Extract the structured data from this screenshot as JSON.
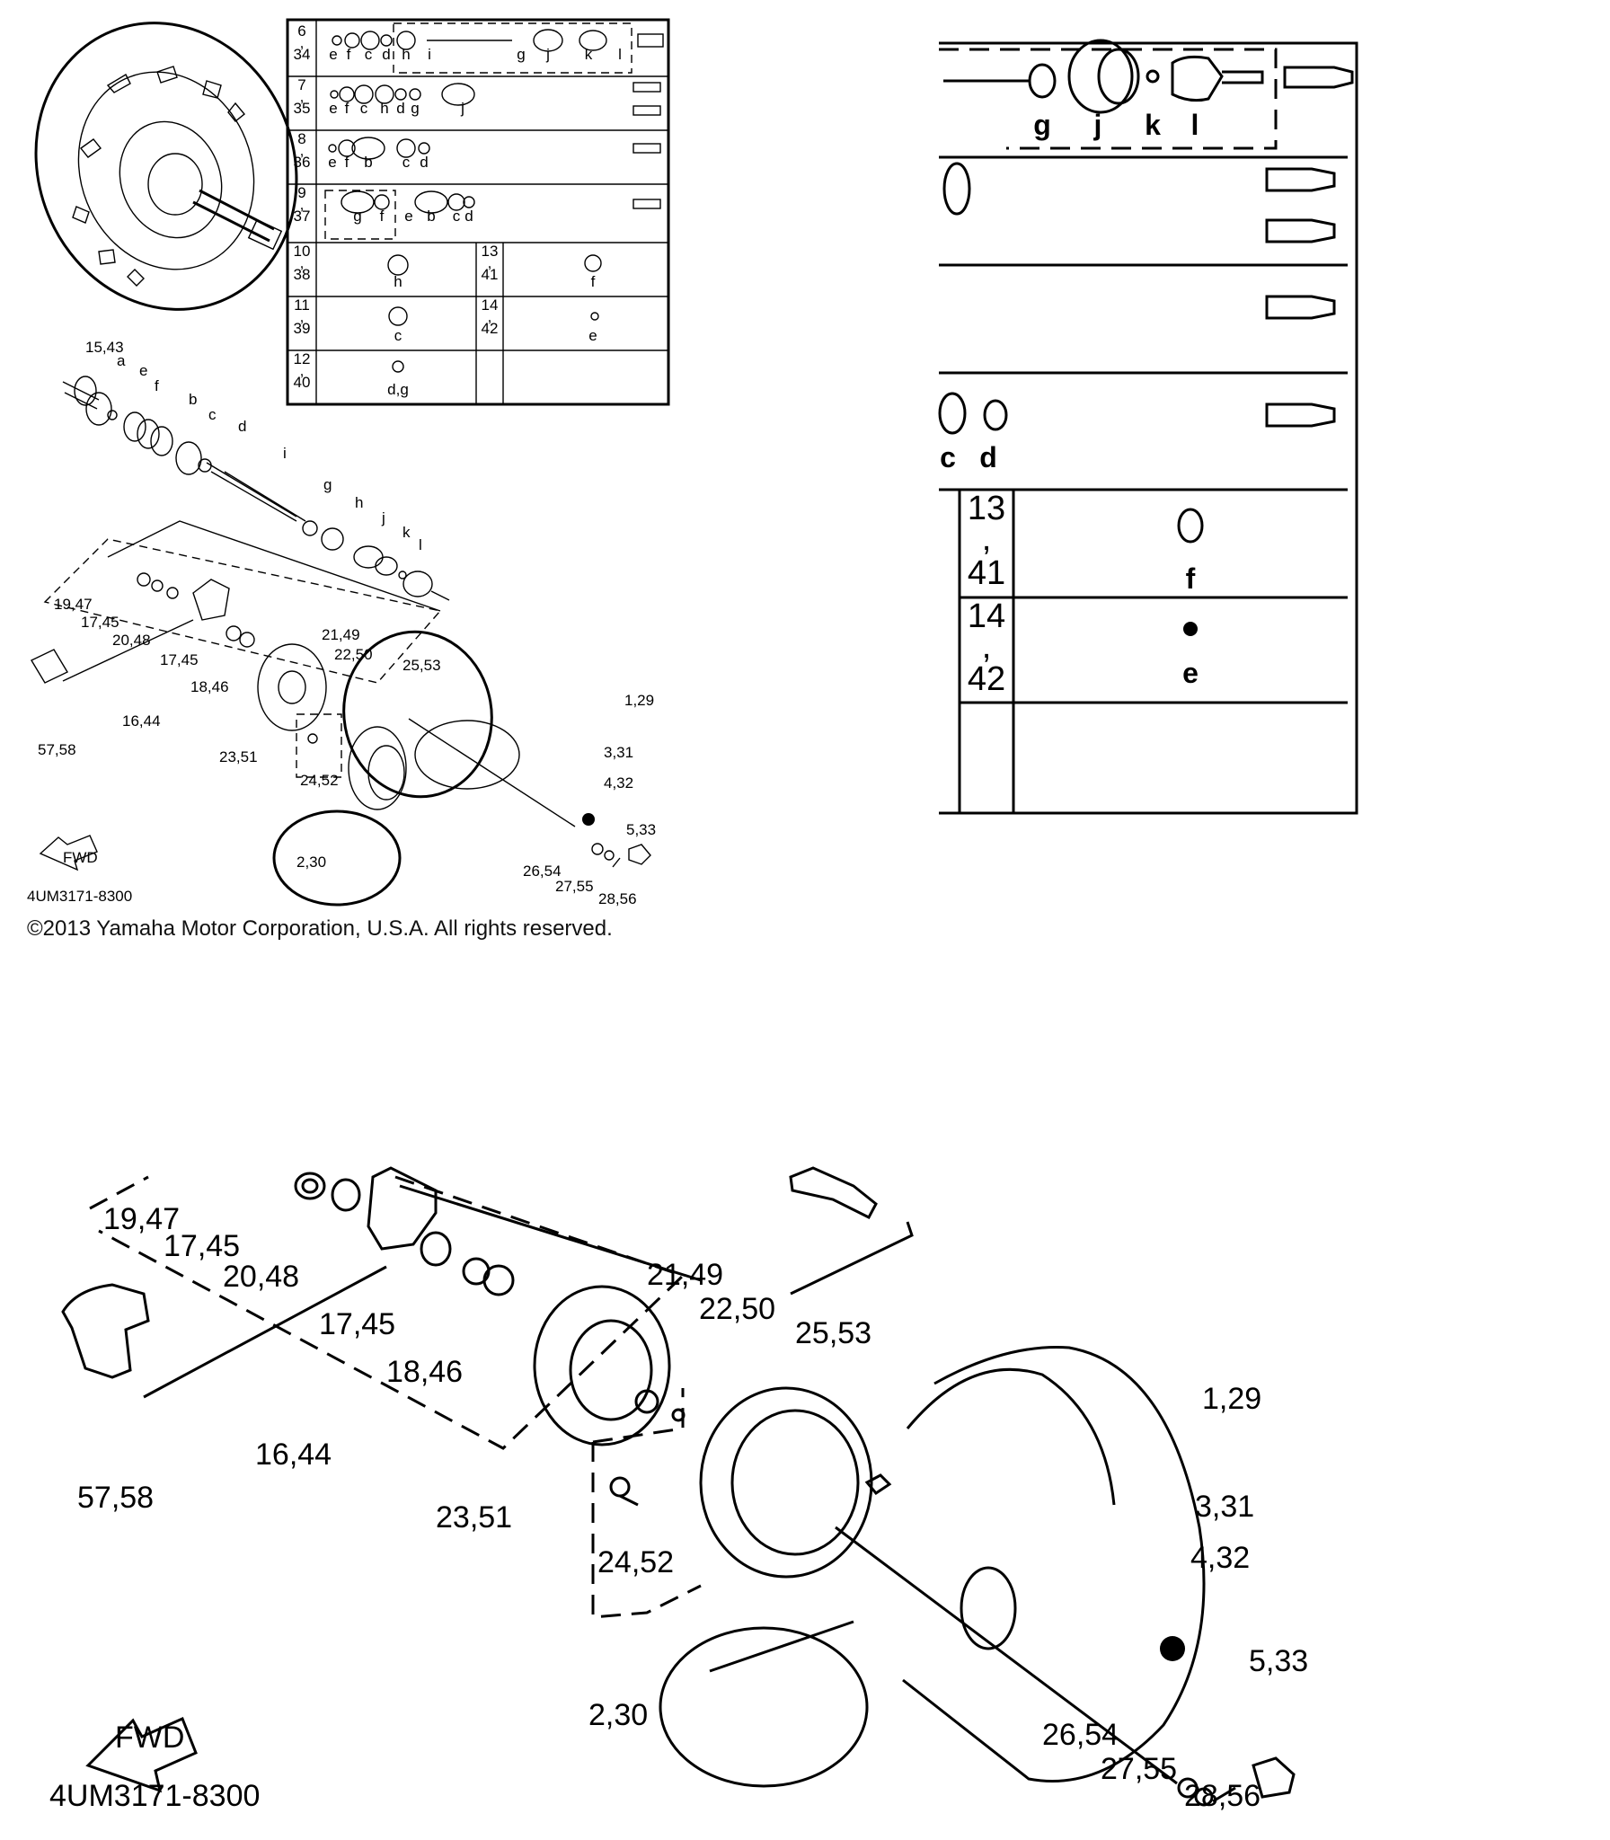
{
  "overview": {
    "table": {
      "rows": [
        {
          "id": "6,34",
          "letters": [
            "e",
            "f",
            "c",
            "d",
            "h",
            "i",
            "g",
            "j",
            "k",
            "l"
          ]
        },
        {
          "id": "7,35",
          "letters": [
            "e",
            "f",
            "c",
            "h",
            "d",
            "g",
            "j"
          ]
        },
        {
          "id": "8,36",
          "letters": [
            "e",
            "f",
            "b",
            "c",
            "d"
          ]
        },
        {
          "id": "9,37",
          "letters": [
            "g",
            "f",
            "e",
            "b",
            "c",
            "d"
          ]
        },
        {
          "id": "10,38",
          "part": "h",
          "id2": "13,41",
          "part2": "f"
        },
        {
          "id": "11,39",
          "part": "c",
          "id2": "14,42",
          "part2": "e"
        },
        {
          "id": "12,40",
          "part": "d,g"
        }
      ]
    },
    "shaft_labels": [
      "15,43",
      "a",
      "e",
      "f",
      "b",
      "c",
      "d",
      "i",
      "g",
      "h",
      "j",
      "k",
      "l"
    ],
    "callouts": [
      "19,47",
      "17,45",
      "20,48",
      "17,45",
      "18,46",
      "16,44",
      "57,58",
      "21,49",
      "22,50",
      "25,53",
      "1,29",
      "3,31",
      "4,32",
      "23,51",
      "24,52",
      "2,30",
      "26,54",
      "27,55",
      "28,56",
      "5,33"
    ],
    "fwd_label": "FWD",
    "diagram_code": "4UM3171-8300"
  },
  "copyright": "©2013 Yamaha Motor Corporation, U.S.A. All rights reserved.",
  "table_zoom": {
    "top_letters": [
      "g",
      "j",
      "k",
      "l"
    ],
    "mid_letters": [
      "c",
      "d"
    ],
    "row13": {
      "id_top": "13",
      "id_bottom": "41",
      "part": "f"
    },
    "row14": {
      "id_top": "14",
      "id_bottom": "42",
      "part": "e"
    }
  },
  "detail_zoom": {
    "callouts": [
      "19,47",
      "17,45",
      "20,48",
      "17,45",
      "18,46",
      "16,44",
      "57,58",
      "21,49",
      "22,50",
      "25,53",
      "1,29",
      "3,31",
      "4,32",
      "23,51",
      "24,52",
      "2,30",
      "26,54",
      "27,55",
      "28,56",
      "5,33"
    ],
    "fwd_label": "FWD",
    "diagram_code": "4UM3171-8300"
  }
}
